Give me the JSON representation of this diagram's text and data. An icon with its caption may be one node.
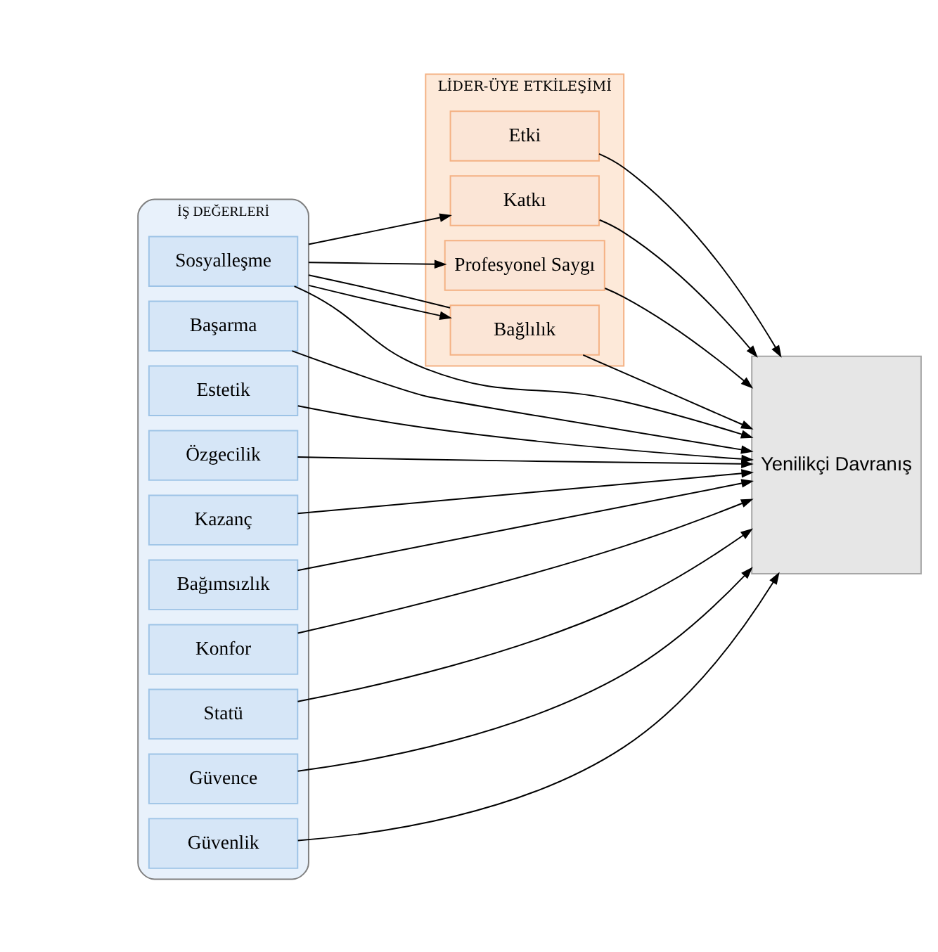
{
  "diagram": {
    "nodes": [
      {
        "text": [
          "LİDER-ÜYE ETKİLEŞİMİ"
        ]
      },
      {
        "text": [
          "Profesyonel Saygı"
        ],
        "in": 0
      },
      {
        "text": [
          "Katkı"
        ],
        "in": 0
      },
      {
        "text": [
          "Bağlılık"
        ],
        "in": 0
      },
      {
        "text": [
          "Etki"
        ],
        "in": 0
      },
      {
        "text": [
          "İŞ DEĞERLERİ"
        ]
      },
      {
        "text": [
          "Sosyalleşme"
        ],
        "in": 5
      },
      {
        "text": [
          "Güvenlik"
        ],
        "in": 5
      },
      {
        "text": [
          "Güvence"
        ],
        "in": 5
      },
      {
        "text": [
          "Statü"
        ],
        "in": 5
      },
      {
        "text": [
          "Konfor"
        ],
        "in": 5
      },
      {
        "text": [
          "Bağımsızlık"
        ],
        "in": 5
      },
      {
        "text": [
          "Kazanç"
        ],
        "in": 5
      },
      {
        "text": [
          "Özgecilik"
        ],
        "in": 5
      },
      {
        "text": [
          "Estetik"
        ],
        "in": 5
      },
      {
        "text": [
          "Başarma"
        ],
        "in": 5
      },
      {
        "text": [
          "Yenilikçi Davranış"
        ]
      }
    ],
    "edges": [
      {
        "from": 5,
        "to": 1,
        "arrow": "to"
      },
      {
        "from": 5,
        "to": 2,
        "arrow": "to"
      },
      {
        "from": 5,
        "to": 3,
        "arrow": "to"
      },
      {
        "from": 5,
        "to": 3,
        "arrow": "none"
      },
      {
        "from": 1,
        "to": 16,
        "arrow": "to"
      },
      {
        "from": 2,
        "to": 16,
        "arrow": "to"
      },
      {
        "from": 3,
        "to": 16,
        "arrow": "to"
      },
      {
        "from": 4,
        "to": 16,
        "arrow": "to"
      },
      {
        "from": 6,
        "to": 16,
        "arrow": "to"
      },
      {
        "from": 7,
        "to": 16,
        "arrow": "to"
      },
      {
        "from": 8,
        "to": 16,
        "arrow": "to"
      },
      {
        "from": 9,
        "to": 16,
        "arrow": "to"
      },
      {
        "from": 10,
        "to": 16,
        "arrow": "to"
      },
      {
        "from": 11,
        "to": 16,
        "arrow": "to"
      },
      {
        "from": 12,
        "to": 16,
        "arrow": "to"
      },
      {
        "from": 13,
        "to": 16,
        "arrow": "to"
      },
      {
        "from": 14,
        "to": 16,
        "arrow": "to"
      },
      {
        "from": 15,
        "to": 16,
        "arrow": "to"
      }
    ]
  }
}
